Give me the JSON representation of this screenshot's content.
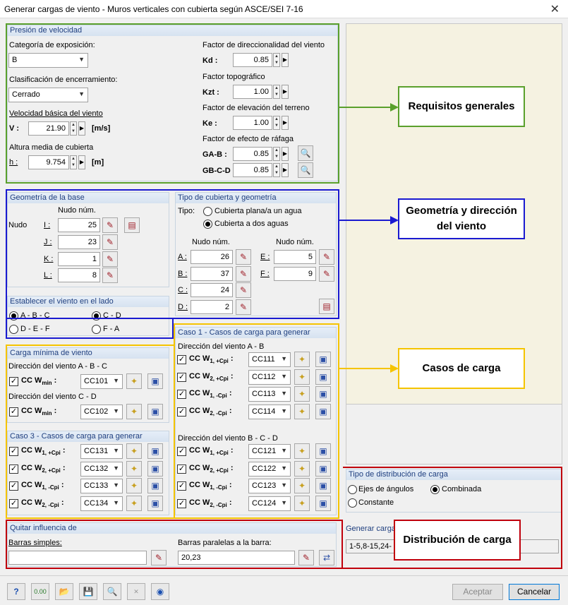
{
  "window": {
    "title": "Generar cargas de viento -  Muros verticales con cubierta según ASCE/SEI 7-16",
    "close": "✕"
  },
  "presion": {
    "header": "Presión de velocidad",
    "exp_label": "Categoría de exposición:",
    "exp_value": "B",
    "encl_label": "Clasificación de encerramiento:",
    "encl_value": "Cerrado",
    "vel_label": "Velocidad básica del viento",
    "v_sym": "V :",
    "v_value": "21.90",
    "v_unit": "[m/s]",
    "alt_label": "Altura media de cubierta",
    "h_sym": "h :",
    "h_value": "9.754",
    "h_unit": "[m]",
    "kd_label": "Factor de direccionalidad del viento",
    "kd_sym": "Kd :",
    "kd_value": "0.85",
    "kzt_label": "Factor topográfico",
    "kzt_sym": "Kzt :",
    "kzt_value": "1.00",
    "ke_label": "Factor de elevación del terreno",
    "ke_sym": "Ke :",
    "ke_value": "1.00",
    "g_label": "Factor de efecto de ráfaga",
    "gab_sym": "GA-B :",
    "gab_value": "0.85",
    "gbcd_sym": "GB-C-D :",
    "gbcd_value": "0.85"
  },
  "geometria": {
    "header": "Geometría de la base",
    "nudo_header": "Nudo núm.",
    "nudo_label": "Nudo",
    "i_label": "I :",
    "i_value": "25",
    "j_label": "J :",
    "j_value": "23",
    "k_label": "K :",
    "k_value": "1",
    "l_label": "L :",
    "l_value": "8"
  },
  "lado": {
    "header": "Establecer el viento en el lado",
    "opt1": "A - B - C",
    "opt2": "C - D",
    "opt3": "D - E - F",
    "opt4": "F - A"
  },
  "cubierta": {
    "header": "Tipo de cubierta y geometría",
    "tipo_label": "Tipo:",
    "opt_plana": "Cubierta plana/a un agua",
    "opt_dos": "Cubierta a dos aguas",
    "nudo_header1": "Nudo núm.",
    "nudo_header2": "Nudo núm.",
    "a_label": "A :",
    "a_value": "26",
    "b_label": "B :",
    "b_value": "37",
    "c_label": "C :",
    "c_value": "24",
    "d_label": "D :",
    "d_value": "2",
    "e_label": "E :",
    "e_value": "5",
    "f_label": "F :",
    "f_value": "9"
  },
  "minima": {
    "header": "Carga mínima de viento",
    "dir1": "Dirección del viento A - B - C",
    "dir2": "Dirección del viento C - D",
    "cc_label": "CC W",
    "cc_sub": "min",
    "colon": ":",
    "cc1": "CC101",
    "cc2": "CC102"
  },
  "caso3": {
    "header": "Caso 3 - Casos de carga para generar",
    "rows": [
      {
        "label": "CC W",
        "sub": "1, +Cpi",
        "value": "CC131"
      },
      {
        "label": "CC W",
        "sub": "2, +Cpi",
        "value": "CC132"
      },
      {
        "label": "CC W",
        "sub": "1, -Cpi",
        "value": "CC133"
      },
      {
        "label": "CC W",
        "sub": "2, -Cpi",
        "value": "CC134"
      }
    ]
  },
  "caso1": {
    "header": "Caso 1 - Casos de carga para generar",
    "dir_ab": "Dirección del viento A - B",
    "dir_bcd": "Dirección del viento B - C - D",
    "rows_ab": [
      {
        "label": "CC W",
        "sub": "1, +Cpi",
        "value": "CC111"
      },
      {
        "label": "CC W",
        "sub": "2, +Cpi",
        "value": "CC112"
      },
      {
        "label": "CC W",
        "sub": "1, -Cpi",
        "value": "CC113"
      },
      {
        "label": "CC W",
        "sub": "2, -Cpi",
        "value": "CC114"
      }
    ],
    "rows_bcd": [
      {
        "label": "CC W",
        "sub": "1, +Cpi",
        "value": "CC121"
      },
      {
        "label": "CC W",
        "sub": "2, +Cpi",
        "value": "CC122"
      },
      {
        "label": "CC W",
        "sub": "1, -Cpi",
        "value": "CC123"
      },
      {
        "label": "CC W",
        "sub": "2, -Cpi",
        "value": "CC124"
      }
    ]
  },
  "distribucion": {
    "header": "Tipo de distribución de carga",
    "opt1": "Ejes de ángulos",
    "opt2": "Combinada",
    "opt3": "Constante"
  },
  "quitar": {
    "header": "Quitar influencia de",
    "simples_label": "Barras simples:",
    "simples_value": "",
    "paralelas_label": "Barras paralelas a la barra:",
    "paralelas_value": "20,23"
  },
  "generar": {
    "header": "Generar carga",
    "value": "1-5,8-15,24-"
  },
  "annotations": {
    "req": "Requisitos generales",
    "geo": "Geometría y dirección del viento",
    "casos": "Casos de carga",
    "dist": "Distribución de carga"
  },
  "buttons": {
    "aceptar": "Aceptar",
    "cancelar": "Cancelar"
  },
  "toolbar": {
    "help_icon": "?",
    "units_icon": "0.00"
  },
  "colors": {
    "green": "#5aa02c",
    "blue": "#1a1ad0",
    "yellow": "#f5c400",
    "red": "#c0000c",
    "preview": "#f5f2e1"
  }
}
